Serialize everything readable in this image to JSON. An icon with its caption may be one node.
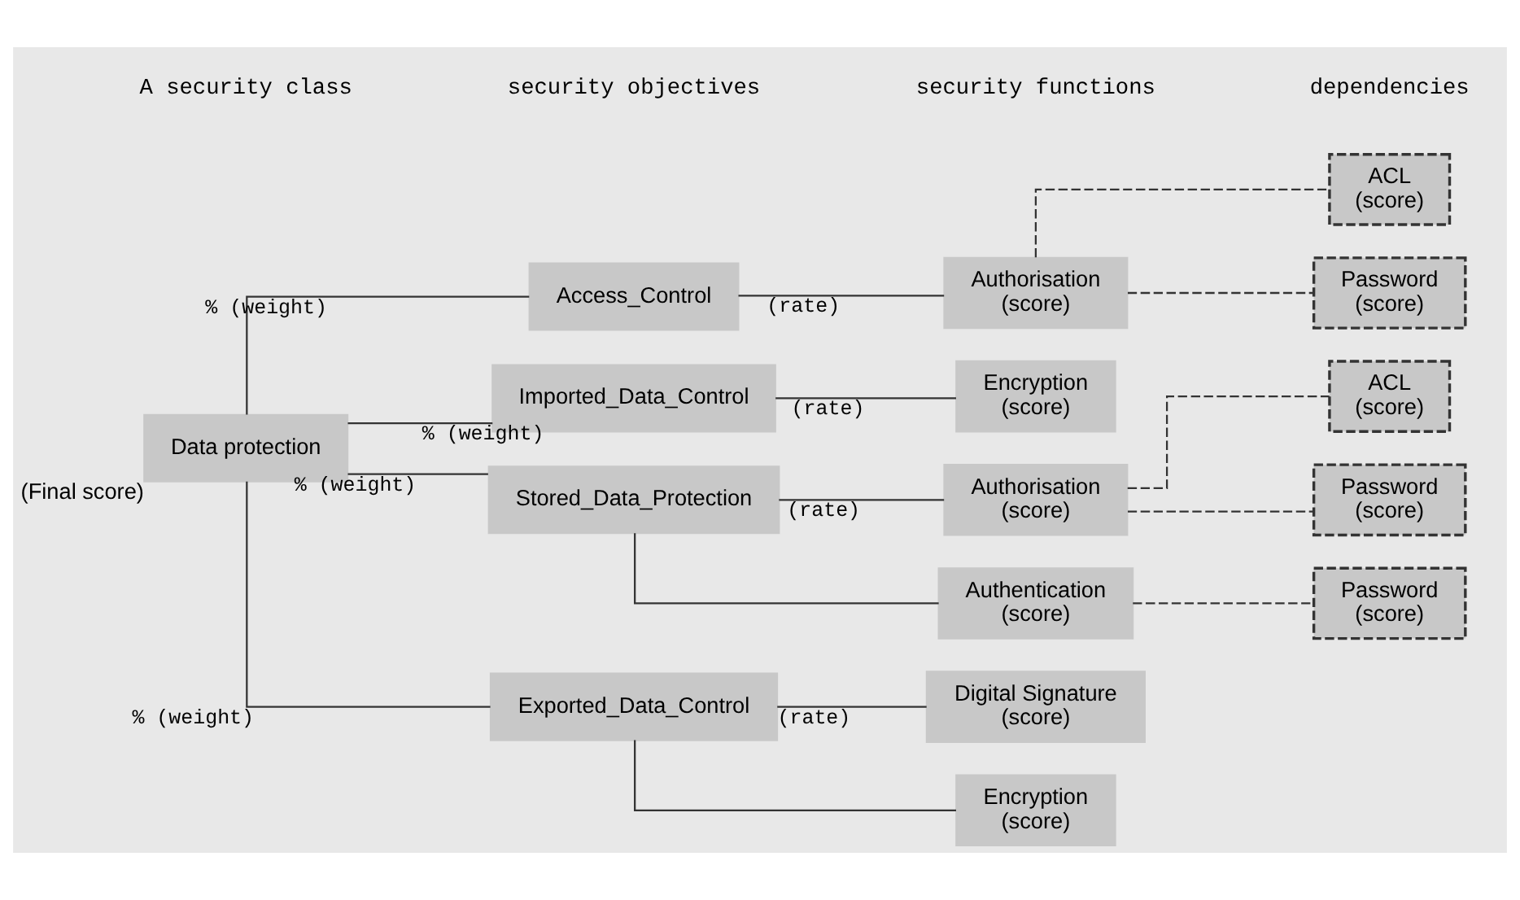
{
  "diagram": {
    "nodes": [
      {
        "text": [
          "Data protection"
        ],
        "beside": [
          "(Final score)"
        ]
      },
      {
        "text": [
          "Access_Control"
        ]
      },
      {
        "text": [
          "Imported_Data_Control"
        ]
      },
      {
        "text": [
          "Stored_Data_Protection"
        ]
      },
      {
        "text": [
          "Exported_Data_Control"
        ]
      },
      {
        "text": [
          "Authorisation",
          "(score)"
        ]
      },
      {
        "text": [
          "Encryption",
          "(score)"
        ]
      },
      {
        "text": [
          "Authorisation",
          "(score)"
        ]
      },
      {
        "text": [
          "Authentication",
          "(score)"
        ]
      },
      {
        "text": [
          "Digital Signature",
          "(score)"
        ]
      },
      {
        "text": [
          "Encryption",
          "(score)"
        ]
      },
      {
        "text": [
          "ACL",
          "(score)"
        ]
      },
      {
        "text": [
          "Password",
          "(score)"
        ]
      },
      {
        "text": [
          "ACL",
          "(score)"
        ]
      },
      {
        "text": [
          "Password",
          "(score)"
        ]
      },
      {
        "text": [
          "Password",
          "(score)"
        ]
      }
    ],
    "edges": [
      {
        "from": 0,
        "to": 1,
        "arrow": "none",
        "label": "% (weight)"
      },
      {
        "from": 0,
        "to": 2,
        "arrow": "none",
        "label": "% (weight)"
      },
      {
        "from": 0,
        "to": 3,
        "arrow": "none",
        "label": "% (weight)"
      },
      {
        "from": 0,
        "to": 4,
        "arrow": "none",
        "label": "% (weight)"
      },
      {
        "from": 1,
        "to": 5,
        "arrow": "none",
        "label": "(rate)"
      },
      {
        "from": 2,
        "to": 6,
        "arrow": "none",
        "label": "(rate)"
      },
      {
        "from": 3,
        "to": 7,
        "arrow": "none",
        "label": "(rate)"
      },
      {
        "from": 3,
        "to": 8,
        "arrow": "none"
      },
      {
        "from": 4,
        "to": 9,
        "arrow": "none",
        "label": "(rate)"
      },
      {
        "from": 4,
        "to": 10,
        "arrow": "none"
      },
      {
        "from": 5,
        "to": 11,
        "arrow": "none",
        "style": "dashed"
      },
      {
        "from": 5,
        "to": 12,
        "arrow": "none",
        "style": "dashed"
      },
      {
        "from": 7,
        "to": 13,
        "arrow": "none",
        "style": "dashed"
      },
      {
        "from": 7,
        "to": 14,
        "arrow": "none",
        "style": "dashed"
      },
      {
        "from": 8,
        "to": 15,
        "arrow": "none",
        "style": "dashed"
      }
    ],
    "labels": [
      "A security class",
      "security objectives",
      "security functions",
      "dependencies"
    ]
  }
}
